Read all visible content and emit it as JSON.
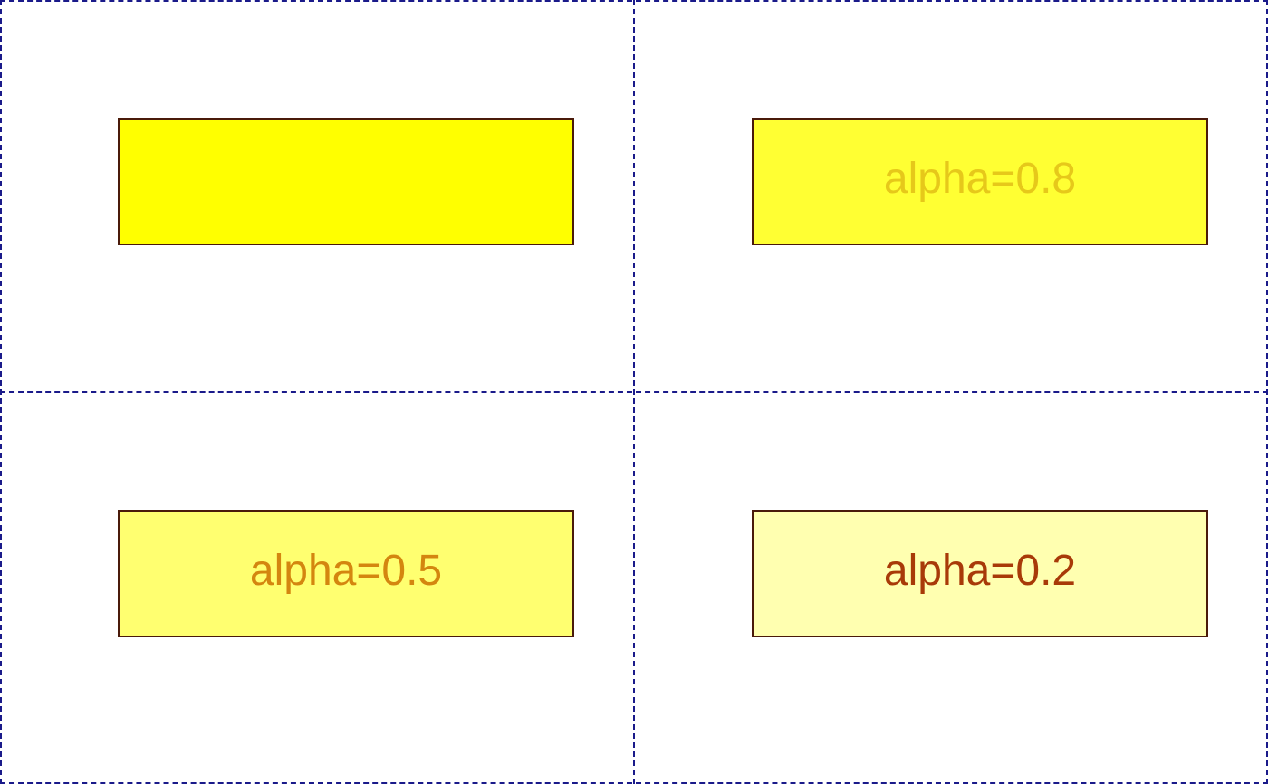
{
  "panels": [
    {
      "id": "full",
      "label": "",
      "fill": "#ffff00",
      "text_color": "#ffff00",
      "alpha": 1.0
    },
    {
      "id": "alpha-08",
      "label": "alpha=0.8",
      "fill": "#ffff33",
      "text_color": "#e6c81a",
      "alpha": 0.8
    },
    {
      "id": "alpha-05",
      "label": "alpha=0.5",
      "fill": "#ffff70",
      "text_color": "#d4860f",
      "alpha": 0.5
    },
    {
      "id": "alpha-02",
      "label": "alpha=0.2",
      "fill": "#ffffb0",
      "text_color": "#a83a08",
      "alpha": 0.2
    }
  ],
  "colors": {
    "border": "#4a1a0a",
    "grid_line": "#1a1a8a",
    "background": "#ffffff"
  }
}
